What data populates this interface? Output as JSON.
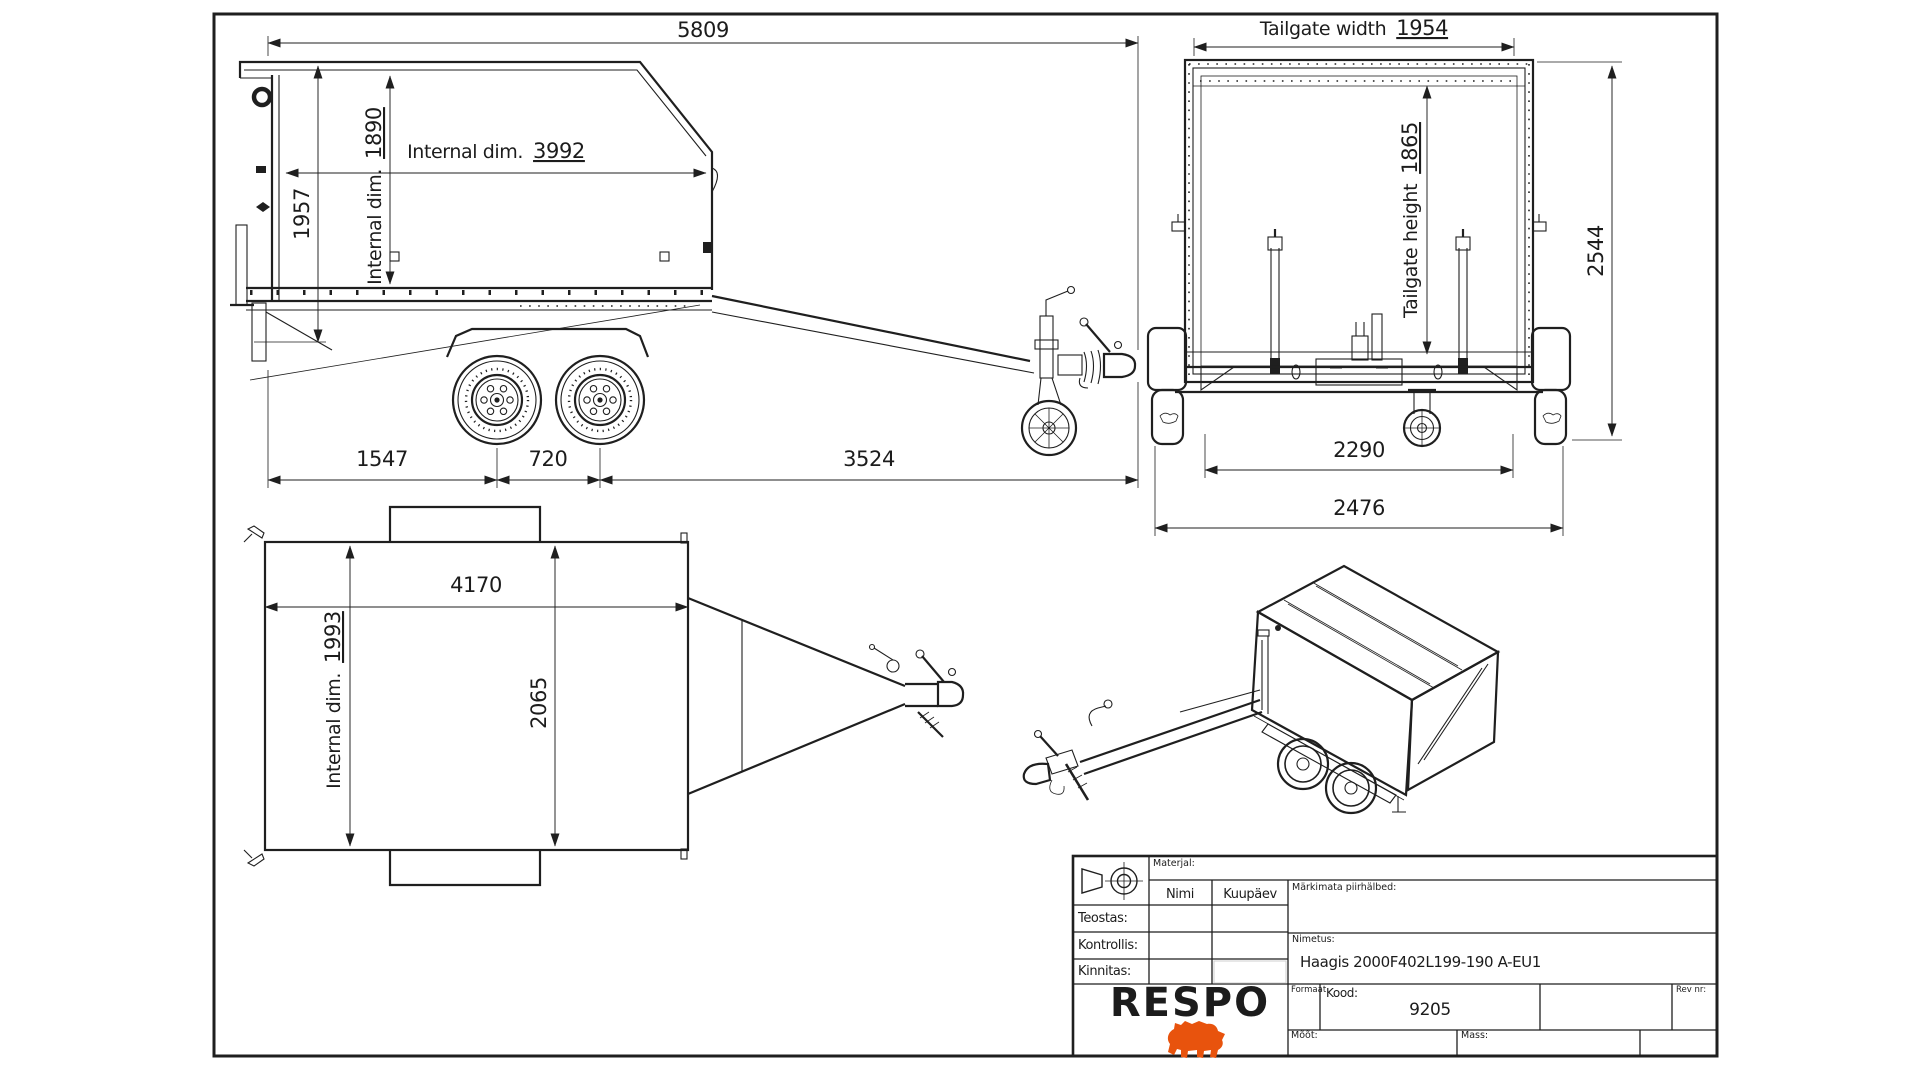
{
  "sheet": {
    "bg": "#ffffff",
    "line_color": "#1f1f1f",
    "accent_color": "#E8530D"
  },
  "dims": {
    "side_overall_length": "5809",
    "side_internal_length_label": "Internal dim.",
    "side_internal_length": "3992",
    "side_internal_height_label": "Internal dim.",
    "side_internal_height": "1890",
    "side_rear_height": "1957",
    "side_rear_to_axle": "1547",
    "side_axle_spacing": "720",
    "side_axle_to_coupling": "3524",
    "rear_tailgate_width_label": "Tailgate width",
    "rear_tailgate_width": "1954",
    "rear_tailgate_height_label": "Tailgate height",
    "rear_tailgate_height": "1865",
    "rear_overall_height": "2544",
    "rear_inner_width": "2290",
    "rear_overall_width": "2476",
    "top_platform_length": "4170",
    "top_internal_width_label": "Internal dim.",
    "top_internal_width": "1993",
    "top_overall_width": "2065"
  },
  "title_block": {
    "materjal_label": "Materjal:",
    "nimi_label": "Nimi",
    "kuupaev_label": "Kuupäev",
    "teostas_label": "Teostas:",
    "kontrollis_label": "Kontrollis:",
    "kinnitas_label": "Kinnitas:",
    "markimata_label": "Märkimata piirhälbed:",
    "nimetus_label": "Nimetus:",
    "nimetus_value": "Haagis 2000F402L199-190 A-EU1",
    "formaat_label": "Formaat",
    "kood_label": "Kood:",
    "kood_value": "9205",
    "rev_label": "Rev nr:",
    "moot_label": "Mõõt:",
    "mass_label": "Mass:",
    "logo_text": "RESPO"
  }
}
